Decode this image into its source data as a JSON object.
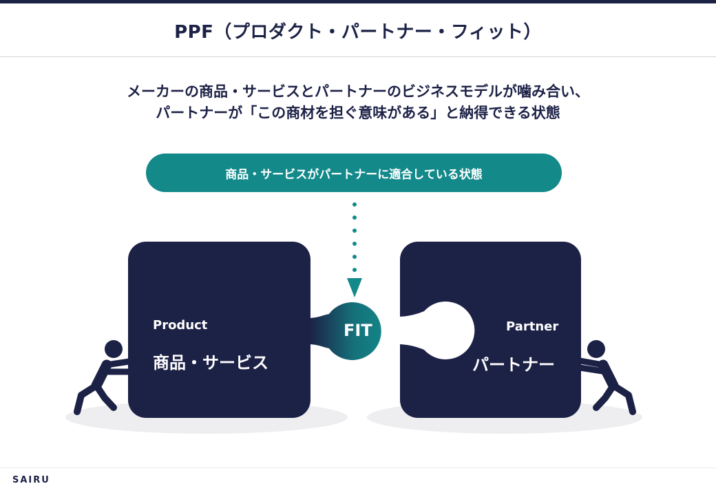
{
  "header": {
    "title": "PPF（プロダクト・パートナー・フィット）"
  },
  "subtitle": {
    "line1": "メーカーの商品・サービスとパートナーのビジネスモデルが噛み合い、",
    "line2": "パートナーが「この商材を担ぐ意味がある」と納得できる状態"
  },
  "fit_state": {
    "label": "商品・サービスがパートナーに適合している状態"
  },
  "product_piece": {
    "label_en": "Product",
    "label_ja": "商品・サービス"
  },
  "partner_piece": {
    "label_en": "Partner",
    "label_ja": "パートナー"
  },
  "fit_label": "FIT",
  "footer": {
    "brand": "SAIRU"
  },
  "colors": {
    "navy": "#1c2146",
    "teal": "#13898a",
    "shadow": "#eeeef0"
  },
  "icons": [
    "pushing-person-icon",
    "dotted-arrow-down-icon"
  ]
}
